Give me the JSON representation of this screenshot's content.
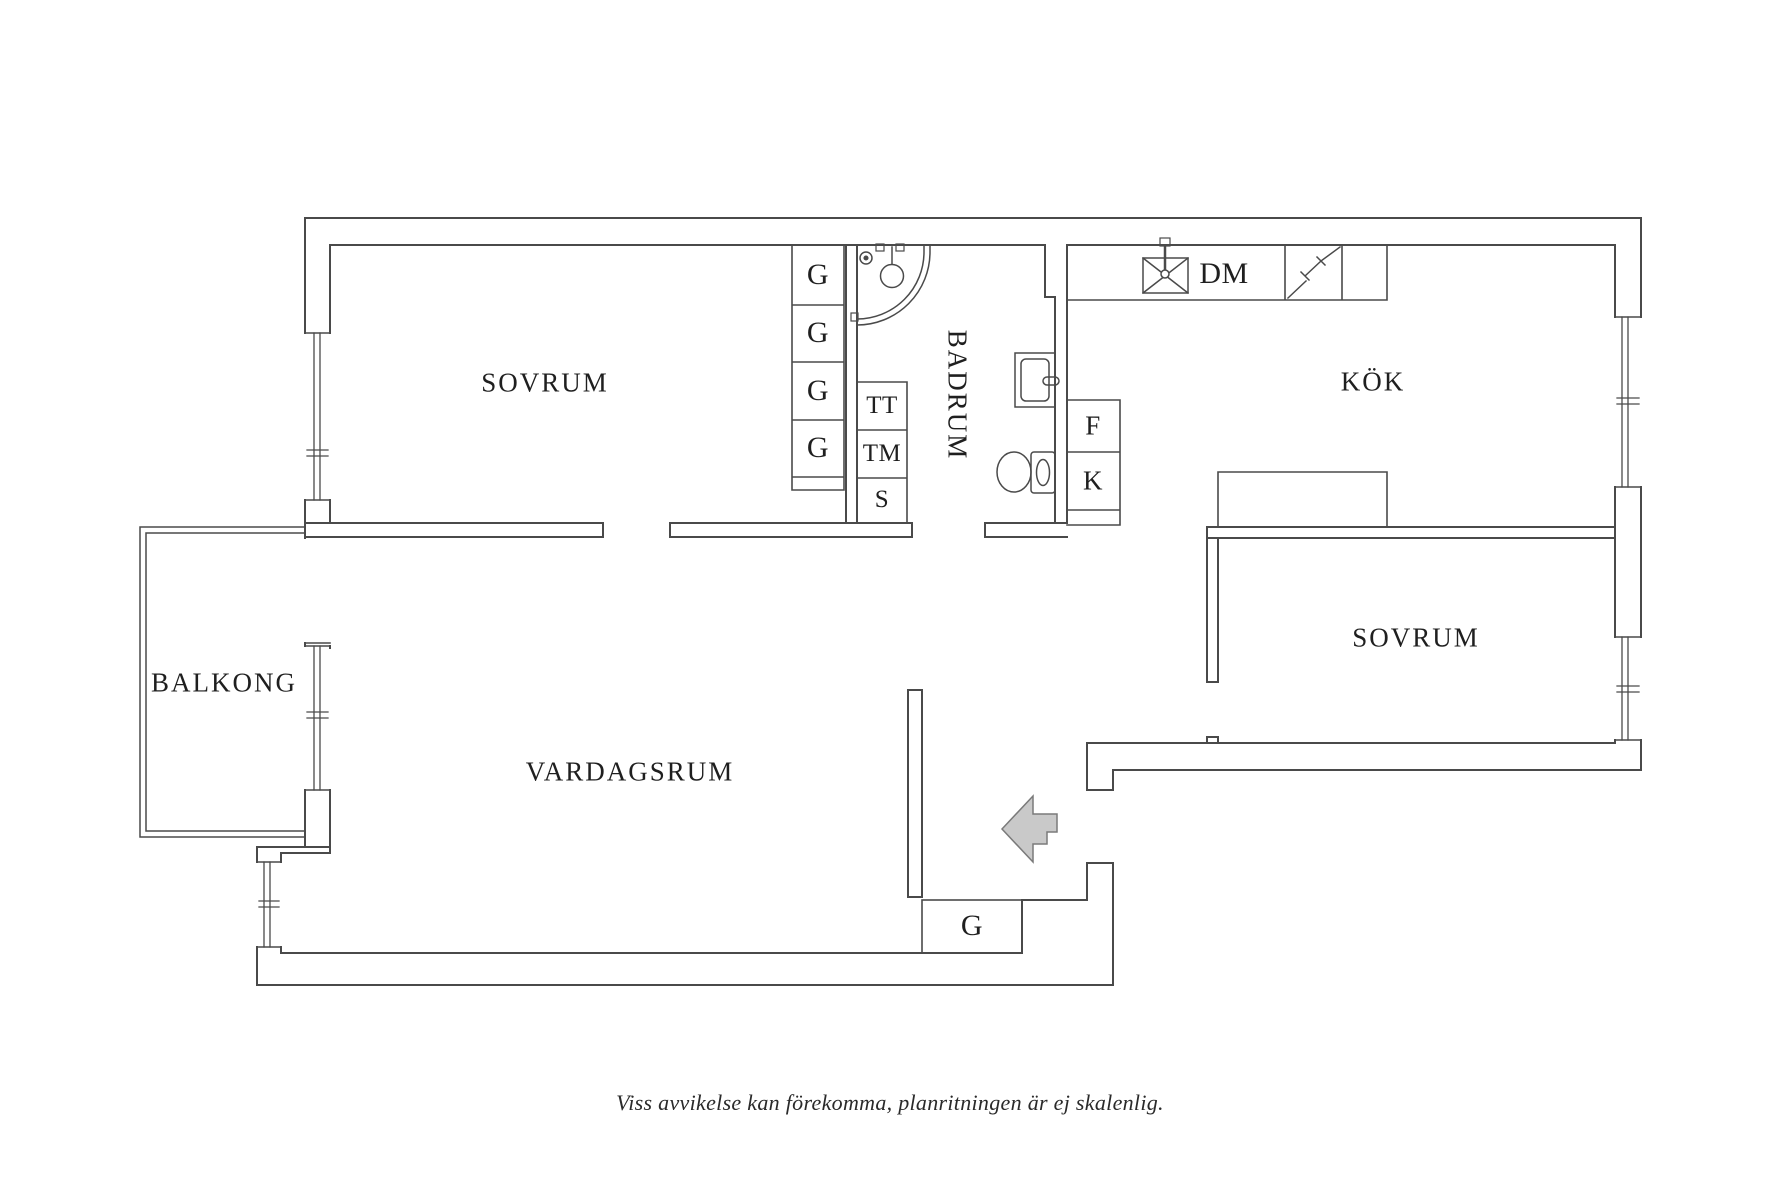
{
  "plan": {
    "rooms": {
      "bedroom_upper": "SOVRUM",
      "bathroom": "BADRUM",
      "kitchen": "KÖK",
      "bedroom_right": "SOVRUM",
      "living_room": "VARDAGSRUM",
      "balcony": "BALKONG"
    },
    "units": {
      "wardrobe": "G",
      "tumble_dryer": "TT",
      "washing_machine": "TM",
      "cabinet": "S",
      "freezer": "F",
      "fridge": "K",
      "dishwasher": "DM"
    },
    "caption": "Viss avvikelse kan förekomma, planritningen är ej skalenlig.",
    "colors": {
      "wall": "#4a4a4a",
      "text": "#1f1f1f",
      "arrow_fill": "#c9c9c9"
    }
  }
}
